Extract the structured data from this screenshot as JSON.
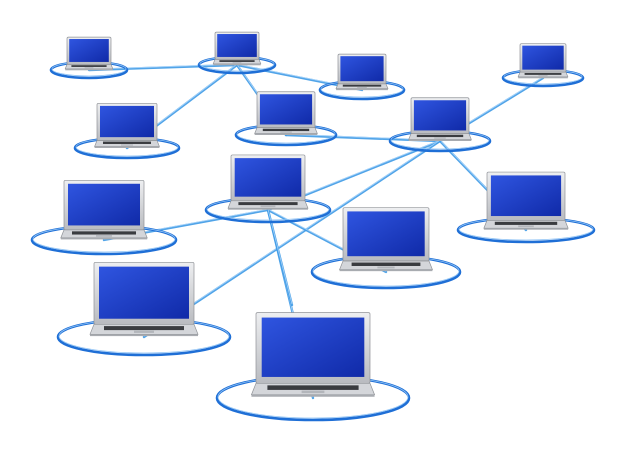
{
  "scene": {
    "subject": "laptop-network",
    "background_color": "#ffffff",
    "screen_color": "#1737c8",
    "screen_highlight": "#3f63e6",
    "ring_color": "#1f6fd6",
    "link_color": "#3f9be6",
    "body_color": "#d9dadd",
    "nodes": [
      {
        "id": "n1"
      },
      {
        "id": "n2"
      },
      {
        "id": "n3"
      },
      {
        "id": "n4"
      },
      {
        "id": "n5"
      },
      {
        "id": "n6"
      },
      {
        "id": "n7"
      },
      {
        "id": "n8"
      },
      {
        "id": "n9"
      },
      {
        "id": "n10"
      },
      {
        "id": "n11"
      },
      {
        "id": "n12"
      },
      {
        "id": "n13"
      },
      {
        "id": "n14"
      }
    ],
    "links": [
      [
        "n1",
        "n2"
      ],
      [
        "n2",
        "n3"
      ],
      [
        "n2",
        "n5"
      ],
      [
        "n2",
        "n6"
      ],
      [
        "n4",
        "n7"
      ],
      [
        "n6",
        "n7"
      ],
      [
        "n7",
        "n9"
      ],
      [
        "n7",
        "n10"
      ],
      [
        "n7",
        "n12"
      ],
      [
        "n8",
        "n9"
      ],
      [
        "n9",
        "n11"
      ],
      [
        "n9",
        "n13"
      ],
      [
        "n9",
        "n14"
      ]
    ]
  }
}
